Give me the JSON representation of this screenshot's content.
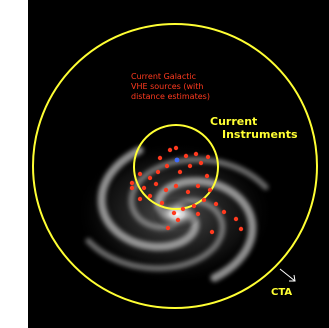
{
  "labels": {
    "sources_line1": "Current Galactic",
    "sources_line2": "VHE sources (with",
    "sources_line3": "distance estimates)",
    "current_line1": "Current",
    "current_line2": "Instruments",
    "cta": "CTA"
  },
  "colors": {
    "background": "#000000",
    "circle": "#ffff33",
    "sources": "#ff3a1f"
  },
  "source_count": 38
}
